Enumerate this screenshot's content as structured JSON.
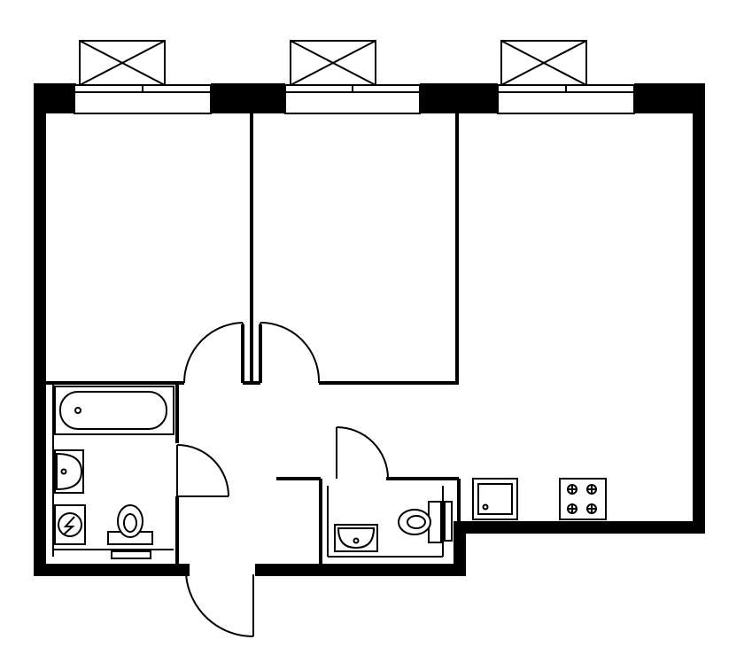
{
  "plan": {
    "colors": {
      "wall": "#000000",
      "background": "#ffffff"
    },
    "rooms": [
      "bedroom-1",
      "bedroom-2",
      "living-kitchen",
      "bathroom",
      "toilet",
      "hallway"
    ],
    "icons": [
      "window-unit-icon",
      "bathtub-icon",
      "washbasin-icon",
      "toilet-icon",
      "washing-machine-icon",
      "sink-icon",
      "stove-icon",
      "door-swing-icon"
    ]
  }
}
